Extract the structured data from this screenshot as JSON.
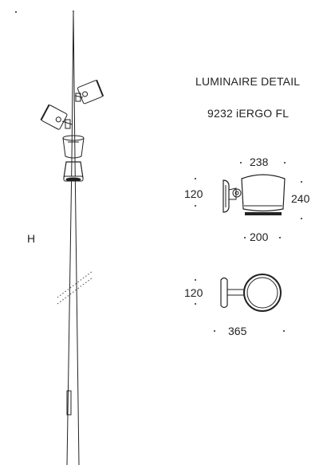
{
  "labels": {
    "height_label": "H",
    "heading": "LUMINAIRE DETAIL",
    "model": "9232 iERGO FL"
  },
  "dimensions": {
    "side_view": {
      "width_top": "238",
      "height_left": "120",
      "height_right": "240",
      "width_bottom": "200"
    },
    "top_view": {
      "height_left": "120",
      "width_bottom": "365"
    }
  }
}
